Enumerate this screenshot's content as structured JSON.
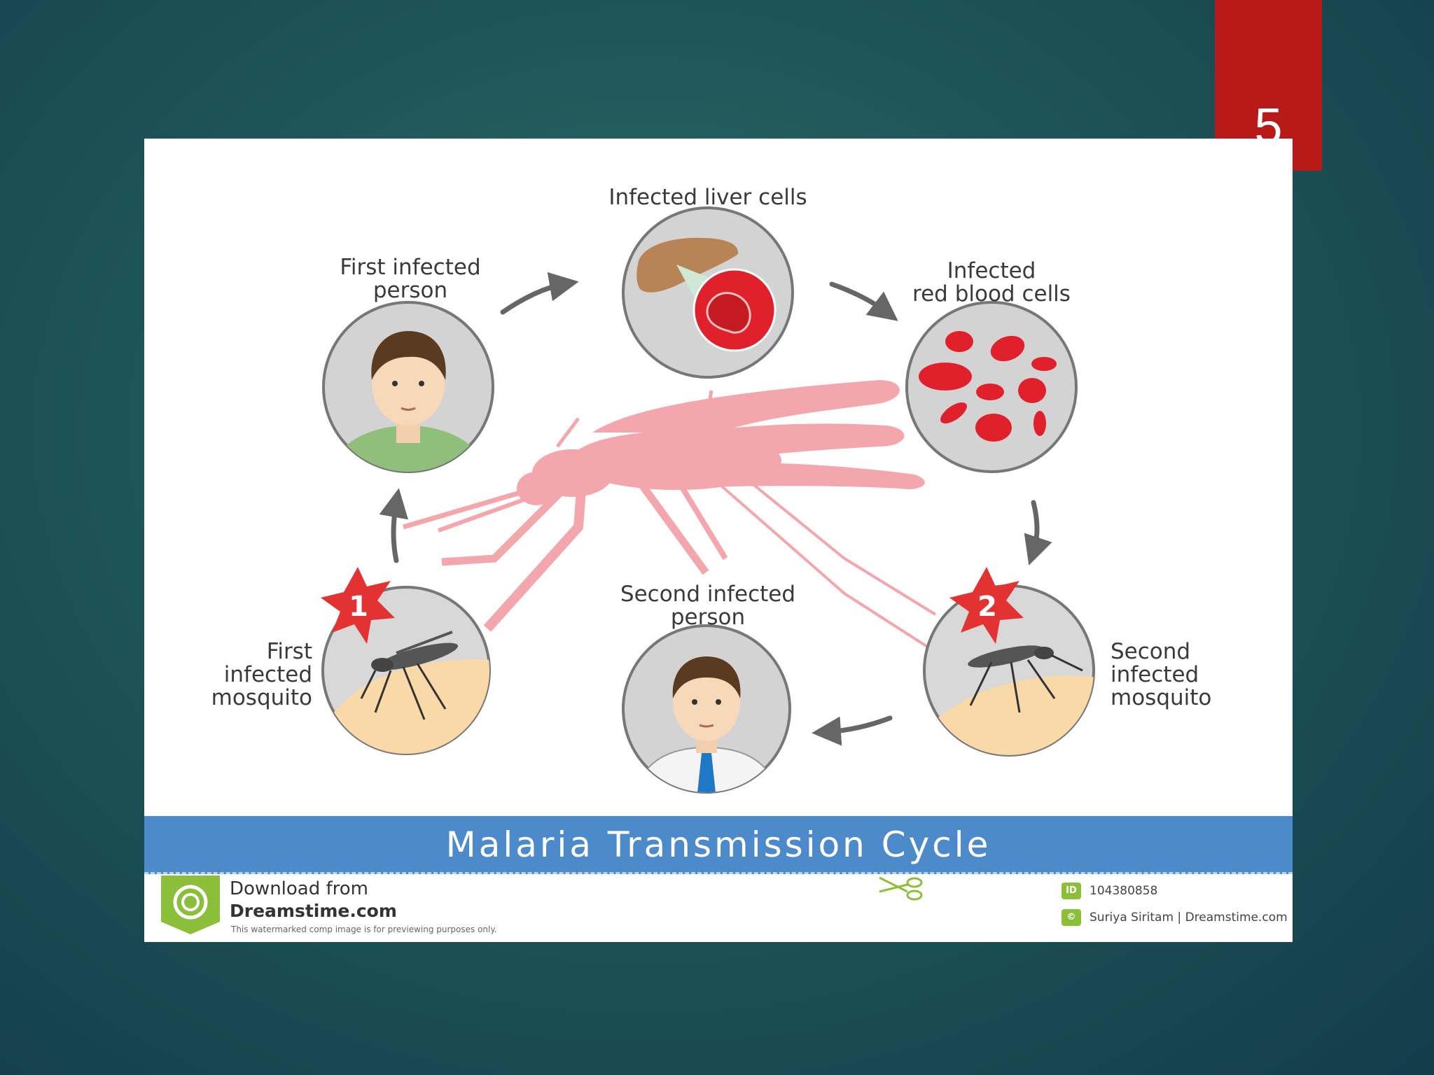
{
  "slide": {
    "number": "5"
  },
  "labels": {
    "first_infected_person": [
      "First infected",
      "person"
    ],
    "infected_liver_cells": [
      "Infected liver cells"
    ],
    "infected_red_blood_cells": [
      "Infected",
      "red blood cells"
    ],
    "first_infected_mosquito": [
      "First",
      "infected",
      "mosquito"
    ],
    "second_infected_person": [
      "Second infected",
      "person"
    ],
    "second_infected_mosquito": [
      "Second",
      "infected",
      "mosquito"
    ]
  },
  "badges": {
    "first": "1",
    "second": "2"
  },
  "title": "Malaria Transmission Cycle",
  "footer": {
    "download_from": "Download from",
    "site": "Dreamstime.com",
    "note": "This watermarked comp image is for previewing purposes only.",
    "id_badge": "ID",
    "id": "104380858",
    "credit_badge": "©",
    "credit": "Suriya Siritam | Dreamstime.com"
  },
  "colors": {
    "background": "#1f5559",
    "slide_number_tab": "#b81a1a",
    "title_band": "#4d8ac9",
    "mosquito_silhouette": "#f4a6ad",
    "blood_cell": "#e0202a",
    "badge_star": "#e23232",
    "circle_fill": "#d3d3d3",
    "logo_green": "#8bbf3a"
  }
}
